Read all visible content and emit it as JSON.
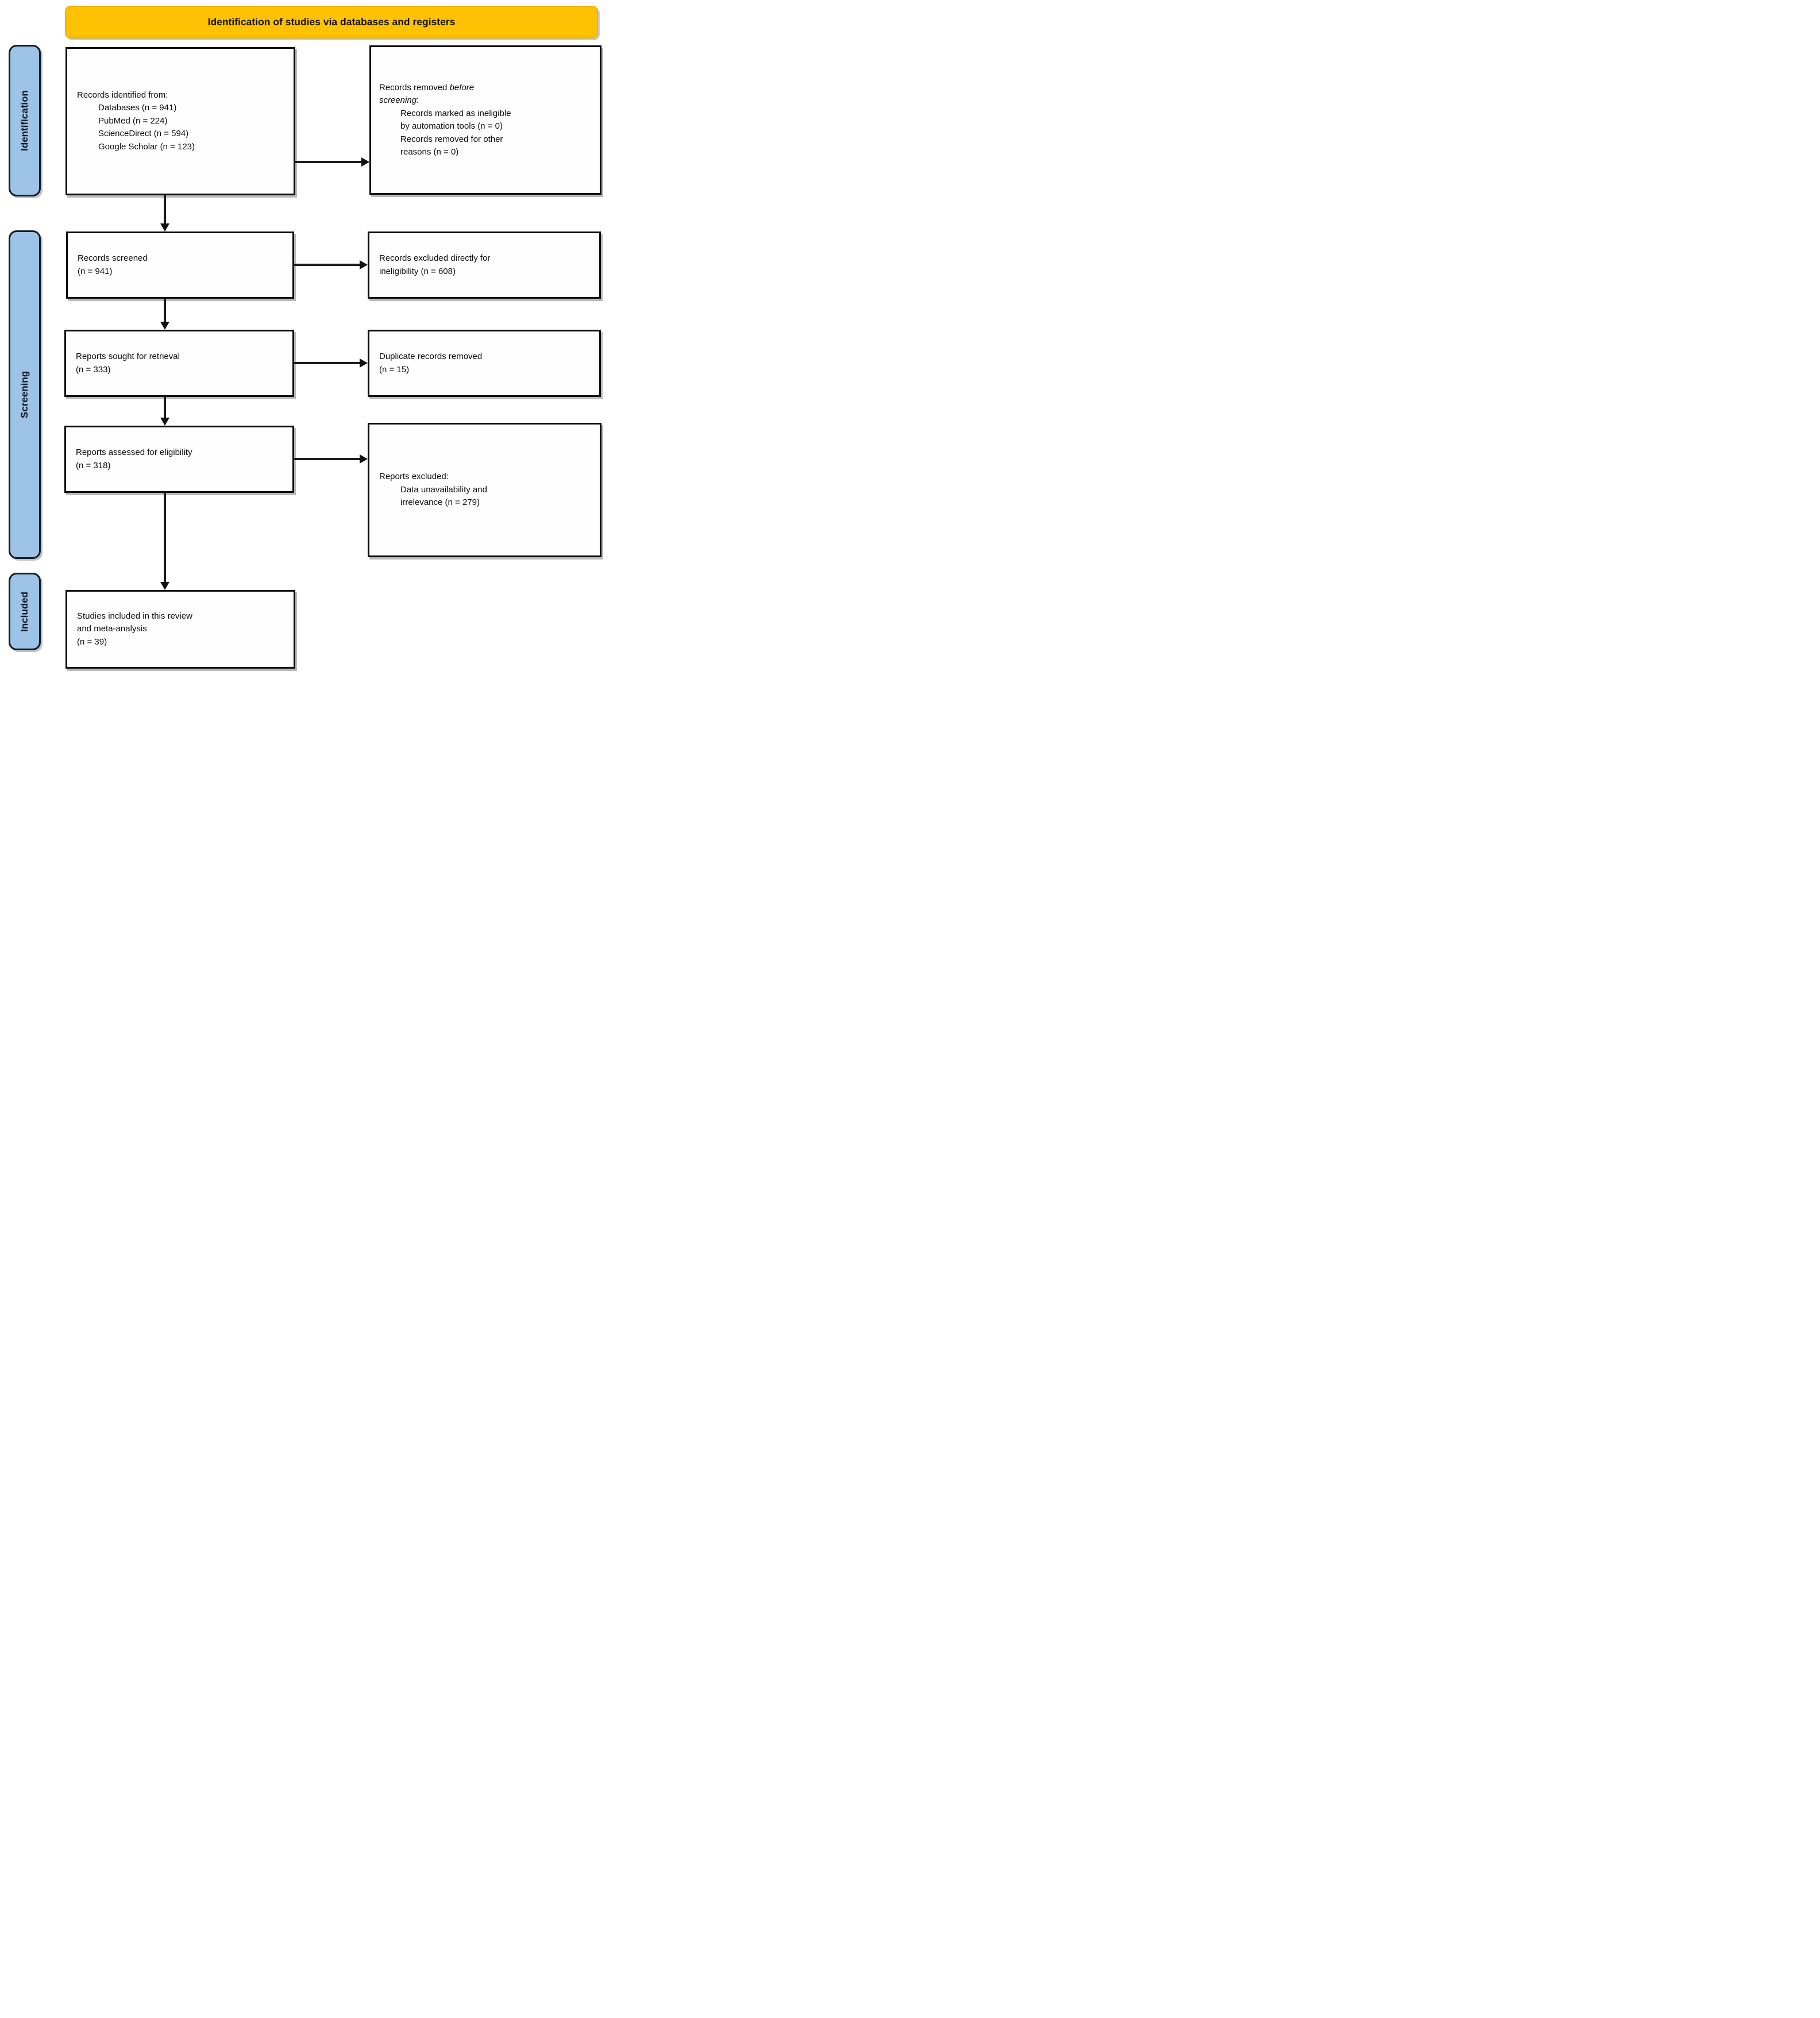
{
  "header": {
    "title": "Identification of studies via databases and registers"
  },
  "colors": {
    "banner": "#FFC103",
    "sidebar_fill": "#9DC3E6",
    "box_border": "#0B0B0B",
    "arrow": "#1C1C1C"
  },
  "sidebar": {
    "identification": "Identification",
    "screening": "Screening",
    "included": "Included"
  },
  "boxes": {
    "identified": {
      "title": "Records identified from:",
      "items": [
        "Databases (n = 941)",
        "PubMed (n = 224)",
        "ScienceDirect (n = 594)",
        "Google Scholar (n = 123)"
      ]
    },
    "removed_before": {
      "pre": "Records removed ",
      "italic1": "before",
      "italic2": "screening",
      "post": ":",
      "items": [
        "Records marked as ineligible",
        "by automation tools (n = 0)",
        "Records removed for other",
        "reasons (n = 0)"
      ]
    },
    "screened": {
      "lines": [
        "Records screened",
        "(n = 941)"
      ]
    },
    "excluded_ineligibility": {
      "lines": [
        "Records excluded directly for",
        "ineligibility (n = 608)"
      ]
    },
    "sought": {
      "lines": [
        "Reports sought for retrieval",
        "(n = 333)"
      ]
    },
    "duplicates": {
      "lines": [
        "Duplicate records removed",
        "(n = 15)"
      ]
    },
    "assessed": {
      "lines": [
        "Reports assessed for eligibility",
        "(n = 318)"
      ]
    },
    "reports_excluded": {
      "title": "Reports excluded:",
      "items": [
        "Data unavailability and",
        "irrelevance (n = 279)"
      ]
    },
    "included_studies": {
      "lines": [
        "Studies included in this review",
        "and meta-analysis",
        "(n = 39)"
      ]
    }
  }
}
